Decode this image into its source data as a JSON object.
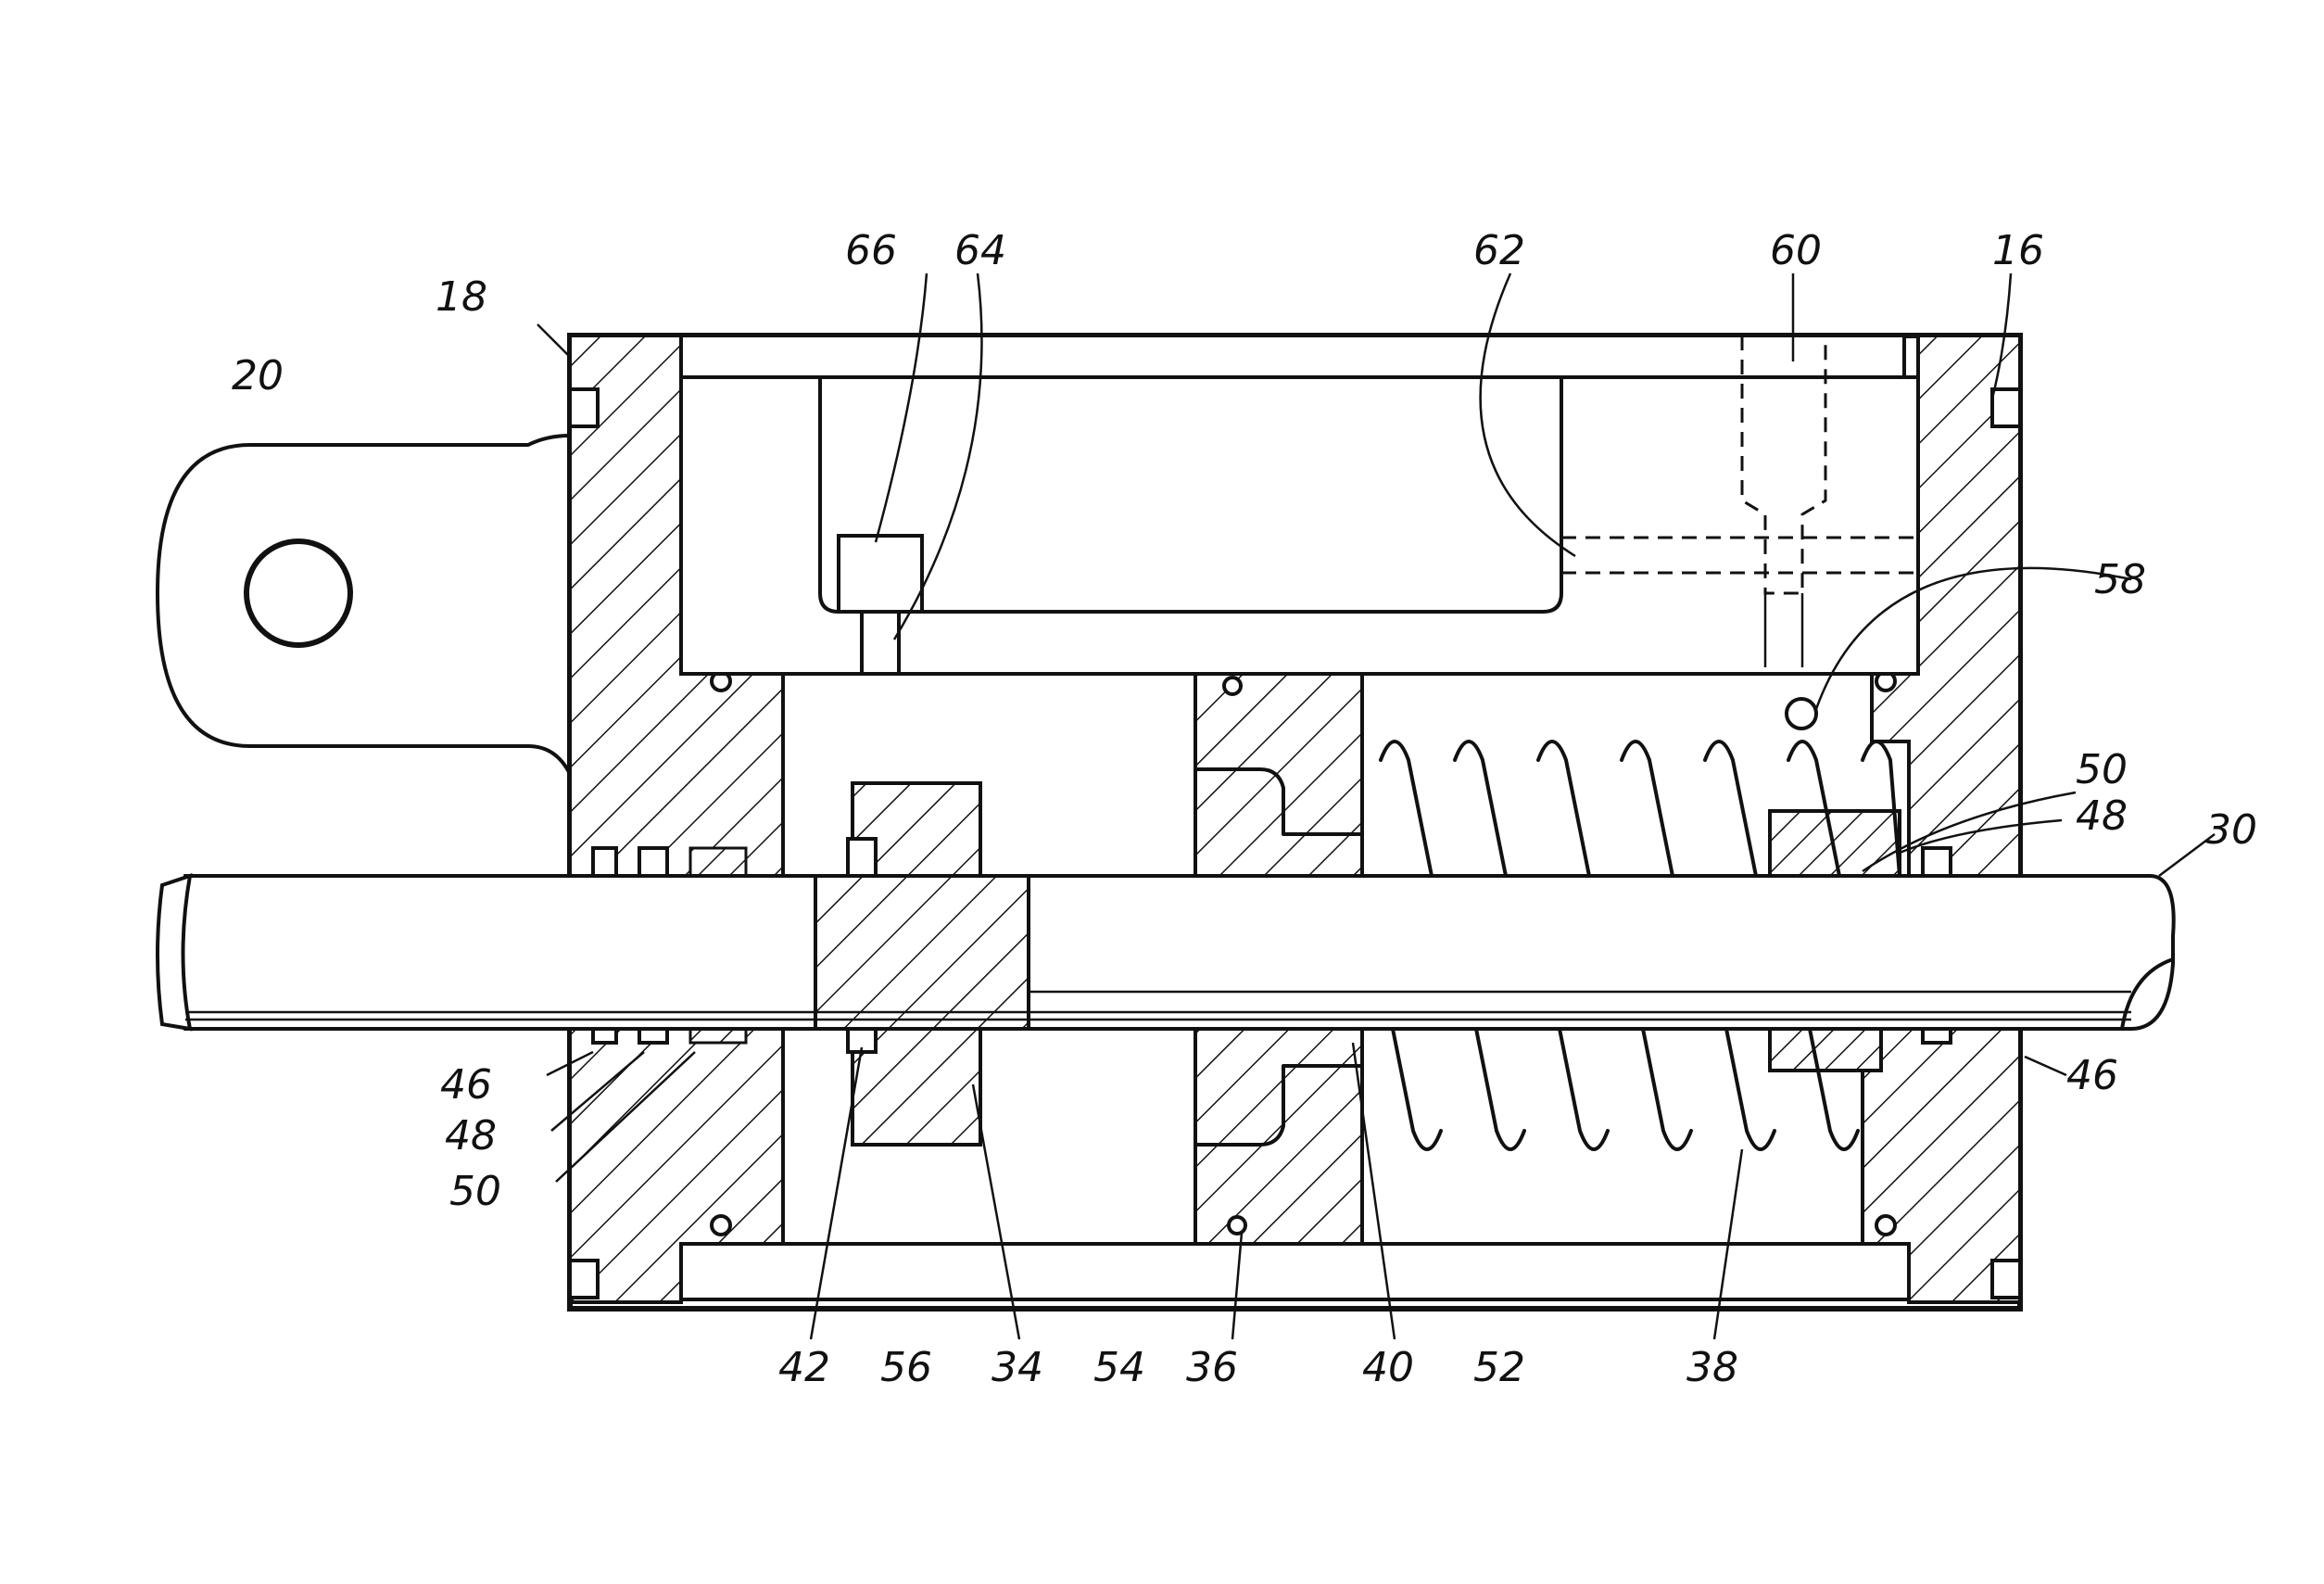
{
  "labels": {
    "l66": "66",
    "l64": "64",
    "l62": "62",
    "l60": "60",
    "l16": "16",
    "l18": "18",
    "l20": "20",
    "l58": "58",
    "l50r": "50",
    "l48r": "48",
    "l30": "30",
    "l46l": "46",
    "l48l": "48",
    "l50l": "50",
    "l46r": "46",
    "l42": "42",
    "l56": "56",
    "l34": "34",
    "l54": "54",
    "l36": "36",
    "l40": "40",
    "l52": "52",
    "l38": "38"
  }
}
